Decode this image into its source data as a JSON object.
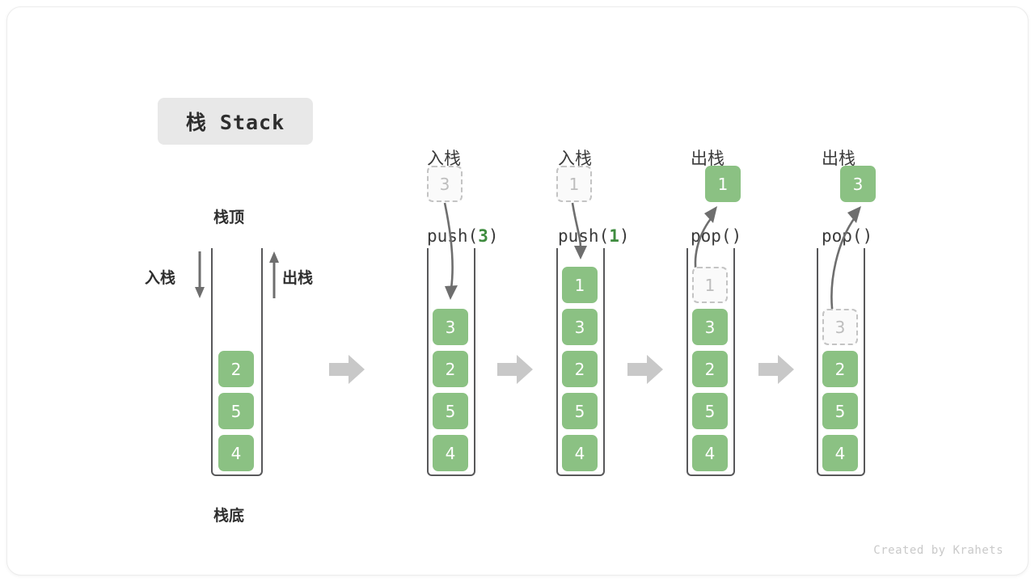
{
  "title_badge": "栈 Stack",
  "labels": {
    "stack_top": "栈顶",
    "stack_bottom": "栈底",
    "push_left": "入栈",
    "pop_left": "出栈"
  },
  "colors": {
    "element_fill": "#8bc183",
    "element_text": "#ffffff",
    "ghost_fill": "#fafafa",
    "ghost_border": "#c4c4c4",
    "ghost_text": "#bdbdbd",
    "wall": "#58585a",
    "arrow": "#6e6e6e",
    "step_arrow": "#c8c8c8",
    "badge_bg": "#e8e8e8",
    "code_arg": "#3f8c3f"
  },
  "base_stack": {
    "elements": [
      "2",
      "5",
      "4"
    ]
  },
  "columns": [
    {
      "op_cn": "入栈",
      "op_code_prefix": "push(",
      "op_code_arg": "3",
      "op_code_suffix": ")",
      "operation": "push",
      "floating_value": "3",
      "floating_style": "ghost",
      "elements": [
        "3",
        "2",
        "5",
        "4"
      ],
      "element_styles": [
        "solid",
        "solid",
        "solid",
        "solid"
      ]
    },
    {
      "op_cn": "入栈",
      "op_code_prefix": "push(",
      "op_code_arg": "1",
      "op_code_suffix": ")",
      "operation": "push",
      "floating_value": "1",
      "floating_style": "ghost",
      "elements": [
        "1",
        "3",
        "2",
        "5",
        "4"
      ],
      "element_styles": [
        "solid",
        "solid",
        "solid",
        "solid",
        "solid"
      ]
    },
    {
      "op_cn": "出栈",
      "op_code_prefix": "pop(",
      "op_code_arg": "",
      "op_code_suffix": ")",
      "operation": "pop",
      "floating_value": "1",
      "floating_style": "solid",
      "elements": [
        "1",
        "3",
        "2",
        "5",
        "4"
      ],
      "element_styles": [
        "ghost",
        "solid",
        "solid",
        "solid",
        "solid"
      ]
    },
    {
      "op_cn": "出栈",
      "op_code_prefix": "pop(",
      "op_code_arg": "",
      "op_code_suffix": ")",
      "operation": "pop",
      "floating_value": "3",
      "floating_style": "solid",
      "elements": [
        "3",
        "2",
        "5",
        "4"
      ],
      "element_styles": [
        "ghost",
        "solid",
        "solid",
        "solid"
      ]
    }
  ],
  "credit": "Created by Krahets"
}
